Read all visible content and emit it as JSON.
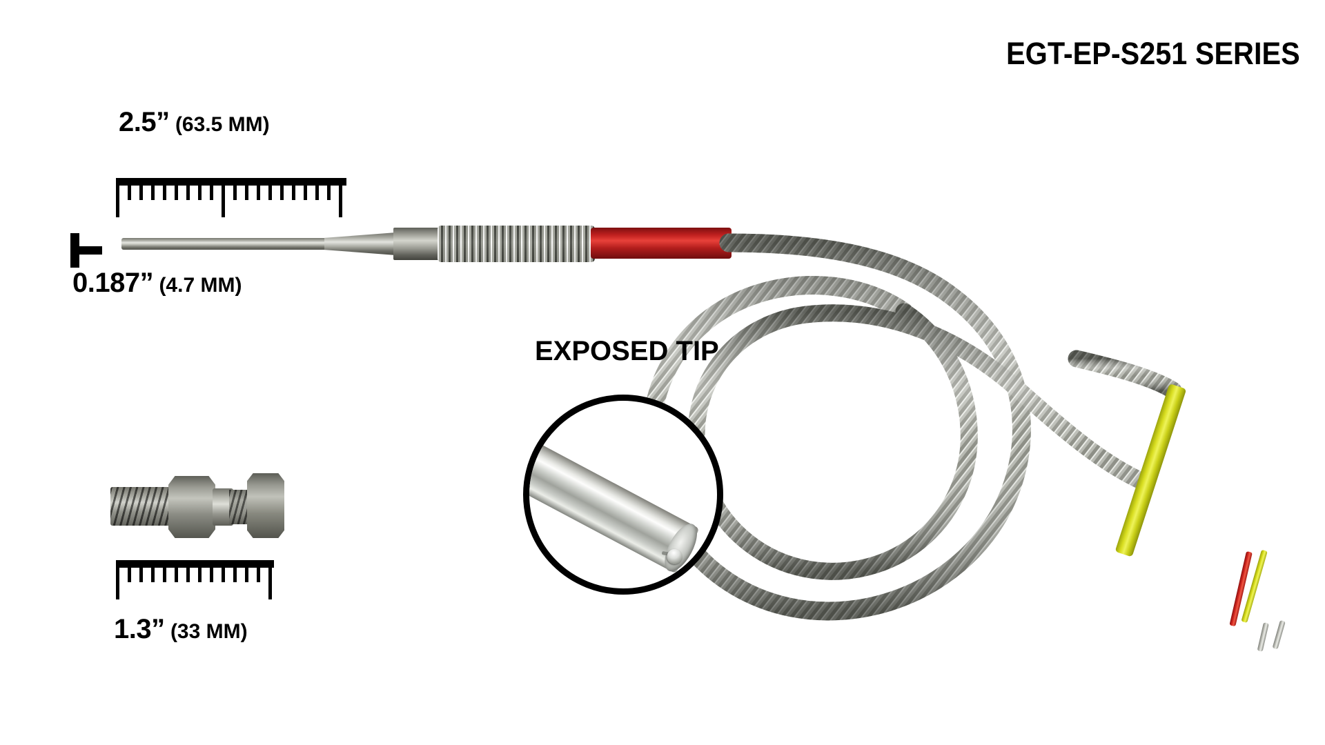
{
  "title": "EGT-EP-S251 SERIES",
  "labels": {
    "probe_length_main": "2.5”",
    "probe_length_sub": " (63.5 MM)",
    "probe_diameter_main": "0.187”",
    "probe_diameter_sub": " (4.7 MM)",
    "fitting_length_main": "1.3”",
    "fitting_length_sub": " (33 MM)",
    "callout_label": "EXPOSED TIP"
  },
  "rulers": {
    "top": {
      "minor_ticks": 19,
      "major_positions": [
        0,
        9,
        19
      ]
    },
    "bottom": {
      "minor_ticks": 13,
      "major_positions": [
        0,
        13
      ]
    }
  },
  "colors": {
    "ink": "#000000",
    "background": "#ffffff",
    "red_transition": "#c0201f",
    "yellow_lead": "#d8dd1f",
    "red_conductor": "#d62a22",
    "steel": "#b7b8b0"
  },
  "parts": {
    "probe_sheath": "stainless-steel-sheath",
    "probe_taper": "tapered-transition",
    "hex_body": "hex-body",
    "spring_relief": "spring-strain-relief",
    "red_tube": "red-transition-tube",
    "armor_cable": "braided-stainless-armor-cable",
    "lead_jacket": "yellow-k-type-jacket",
    "fitting": "compression-fitting",
    "exposed_tip": "exposed-thermocouple-bead"
  }
}
